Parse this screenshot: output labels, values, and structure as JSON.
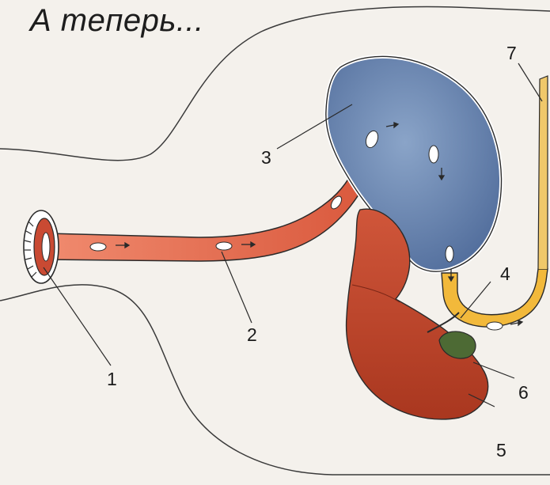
{
  "title": "А теперь...",
  "callouts": {
    "n1": "1",
    "n2": "2",
    "n3": "3",
    "n4": "4",
    "n5": "5",
    "n6": "6",
    "n7": "7"
  },
  "colors": {
    "page": "#f4f1ec",
    "outline": "#2a2a2a",
    "stomach": "#6f8db8",
    "esophagus": "#e0644a",
    "liver": "#c4452c",
    "duodenum": "#f2b93b",
    "gallbladder": "#4d6a34"
  }
}
